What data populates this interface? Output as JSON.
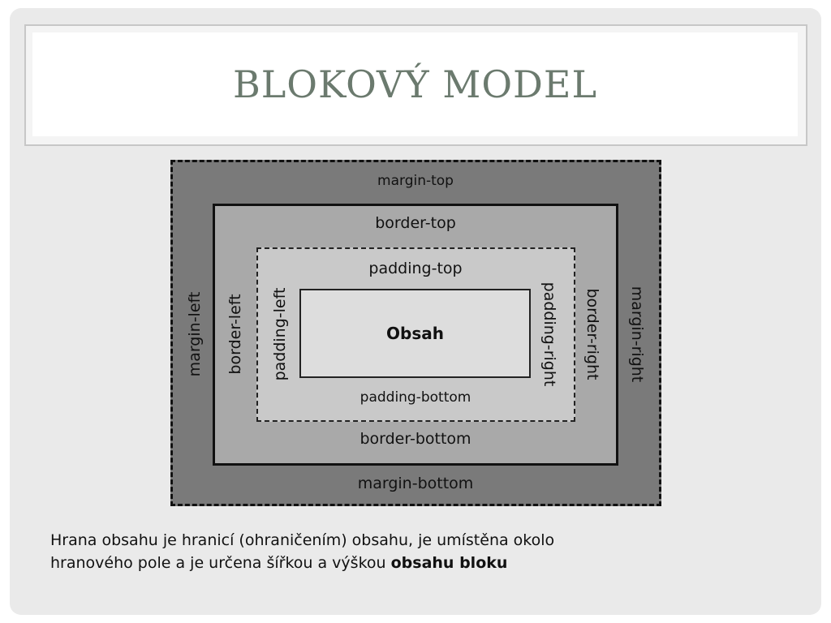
{
  "title": "Blokový model",
  "diagram": {
    "margin_top": "margin-top",
    "margin_bottom": "margin-bottom",
    "margin_left": "margin-left",
    "margin_right": "margin-right",
    "border_top": "border-top",
    "border_bottom": "border-bottom",
    "border_left": "border-left",
    "border_right": "border-right",
    "padding_top": "padding-top",
    "padding_bottom": "padding-bottom",
    "padding_left": "padding-left",
    "padding_right": "padding-right",
    "content": "Obsah"
  },
  "caption": {
    "line1": "Hrana obsahu je hranicí (ohraničením) obsahu, je umístěna okolo",
    "line2": "hranového pole a je určena šířkou a výškou",
    "bold_end": "obsahu bloku"
  },
  "colors": {
    "margin": "#7a7a7a",
    "border": "#a9a9a9",
    "padding": "#c9c9c9",
    "content": "#dddddd",
    "title": "#6b7a6e"
  }
}
